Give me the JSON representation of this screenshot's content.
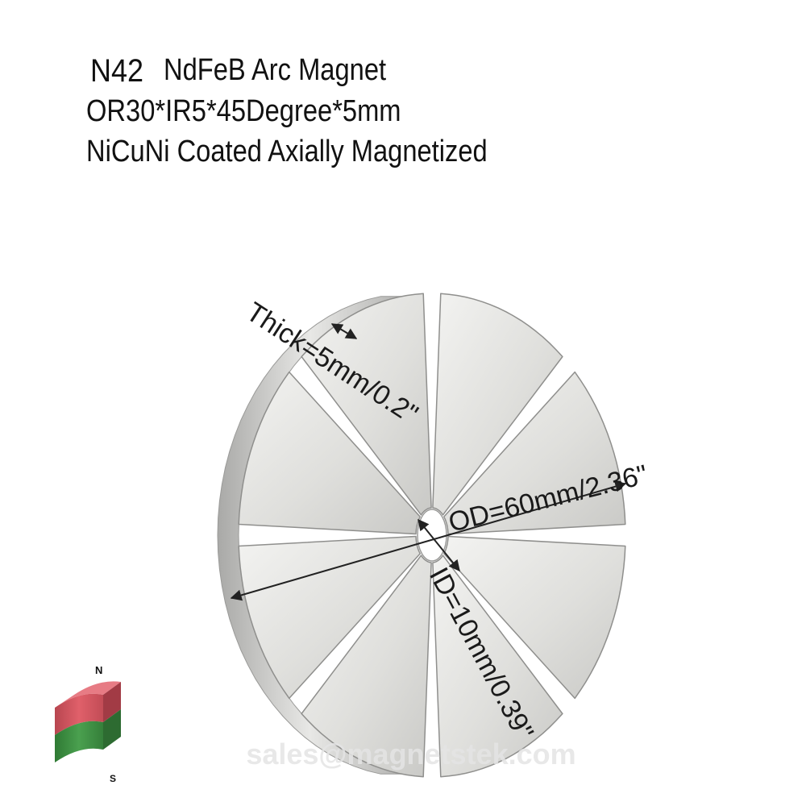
{
  "title": {
    "grade": "N42",
    "product": "NdFeB Arc Magnet",
    "spec": "OR30*IR5*45Degree*5mm",
    "coating": "NiCuNi Coated Axially Magnetized"
  },
  "annotations": {
    "thickness": "Thick=5mm/0.2\"",
    "outer_diameter": "OD=60mm/2.36\"",
    "inner_diameter": "ID=10mm/0.39\""
  },
  "pole_icon": {
    "north_label": "N",
    "south_label": "S",
    "north_color": "#d9525c",
    "south_color": "#3f8f43"
  },
  "watermark": "sales@magnetstek.com",
  "colors": {
    "metal_light": "#f1f1ef",
    "metal_mid": "#d3d3d1",
    "metal_dark": "#9a9a98",
    "arrow": "#222222"
  }
}
